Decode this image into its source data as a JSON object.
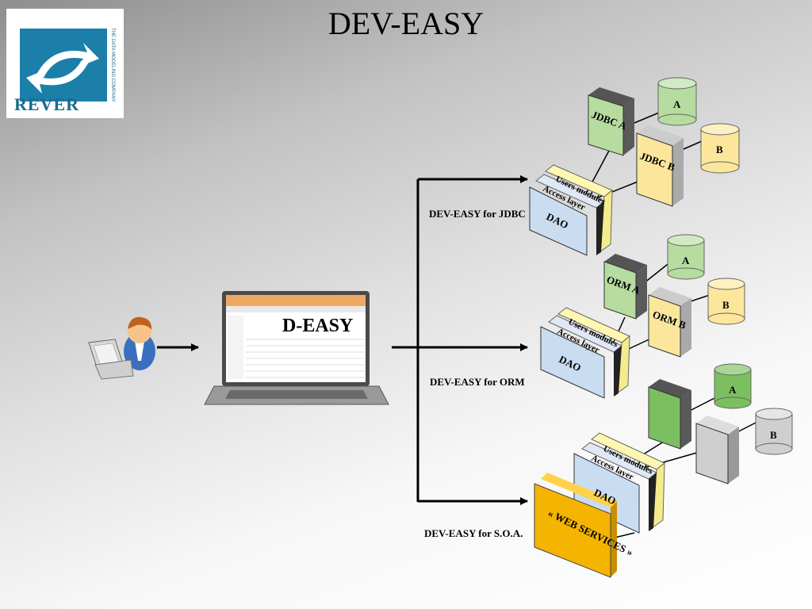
{
  "title": "DEV-EASY",
  "logo": {
    "word": "REVER",
    "tagline": "THE DATA MODELING COMPANY"
  },
  "laptop": {
    "screen_title": "D-EASY"
  },
  "branches": [
    {
      "label": "DEV-EASY for JDBC",
      "layer1": "Users modules",
      "layer2": "Access layer",
      "dao": "DAO",
      "connA": "JDBC A",
      "connB": "JDBC B",
      "dbA": "A",
      "dbB": "B"
    },
    {
      "label": "DEV-EASY for ORM",
      "layer1": "Users modules",
      "layer2": "Access layer",
      "dao": "DAO",
      "connA": "ORM A",
      "connB": "ORM B",
      "dbA": "A",
      "dbB": "B"
    },
    {
      "label": "DEV-EASY for S.O.A.",
      "layer1": "Users modules",
      "layer2": "Access layer",
      "dao": "DAO",
      "service": "« WEB SERVICES »",
      "dbA": "A",
      "dbB": "B"
    }
  ],
  "colors": {
    "green": "#b6dca0",
    "yellow": "#fbe69c",
    "blue": "#c9dcf0",
    "orange": "#f5b400",
    "dark_green": "#7cbf60"
  }
}
